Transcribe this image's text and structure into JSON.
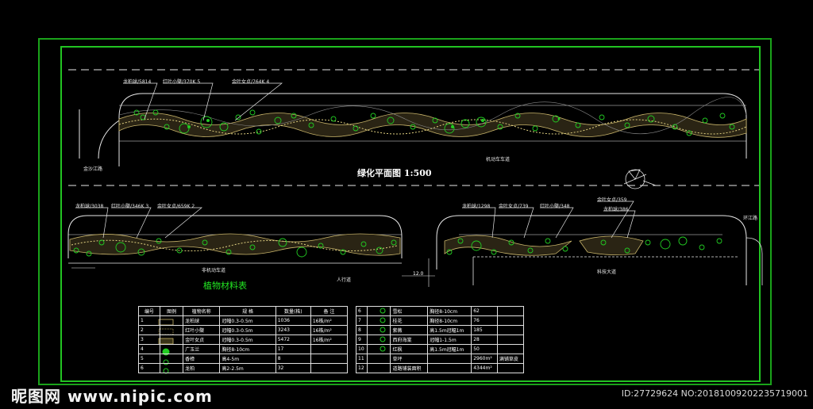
{
  "plan": {
    "title": "绿化平面图  1:500",
    "material_table_title": "植物材料表",
    "road_labels": {
      "top_left": "金沙江路",
      "top_center": "机动车车道",
      "bottom_left": "非机动车道",
      "bottom_right_road": "科技大道",
      "right_road": "环江路",
      "sidewalk": "人行道",
      "dimension": "12.0"
    },
    "callouts_top": [
      "龙柏球/5814",
      "红叶小檗/370K 5",
      "金叶女贞/764K 4"
    ],
    "callouts_bottom_left": [
      "龙柏球/3038",
      "红叶小檗/346K 3",
      "金叶女贞/659K 2"
    ],
    "callouts_bottom_right": [
      "龙柏球/1298",
      "金叶女贞/739",
      "红叶小檗/348",
      "金叶女贞/359",
      "龙柏球/386"
    ]
  },
  "legend_left": {
    "headers": [
      "编号",
      "图例",
      "植物名称",
      "规   格",
      "数量(株)",
      "备   注"
    ],
    "rows": [
      [
        "1",
        "",
        "龙柏球",
        "冠幅0.3-0.5m",
        "1036",
        "16株/m²"
      ],
      [
        "2",
        "",
        "红叶小檗",
        "冠幅0.3-0.5m",
        "3243",
        "16株/m²"
      ],
      [
        "3",
        "",
        "金叶女贞",
        "冠幅0.3-0.5m",
        "5472",
        "16株/m²"
      ],
      [
        "4",
        "",
        "广玉兰",
        "胸径8-10cm",
        "17",
        ""
      ],
      [
        "5",
        "",
        "香樟",
        "高4-5m",
        "8",
        ""
      ],
      [
        "6",
        "",
        "龙柏",
        "高2-2.5m",
        "32",
        ""
      ]
    ]
  },
  "legend_right": {
    "rows": [
      [
        "6",
        "",
        "雪松",
        "胸径8-10cm",
        "62",
        ""
      ],
      [
        "7",
        "",
        "桂花",
        "胸径8-10cm",
        "76",
        ""
      ],
      [
        "8",
        "",
        "紫薇",
        "高1.5m冠幅1m",
        "185",
        ""
      ],
      [
        "9",
        "",
        "西府海棠",
        "冠幅1-1.5m",
        "28",
        ""
      ],
      [
        "10",
        "",
        "红枫",
        "高1.5m冠幅1m",
        "50",
        ""
      ],
      [
        "11",
        "",
        "草坪",
        "",
        "2960m²",
        "满铺草皮"
      ],
      [
        "12",
        "",
        "道路铺装面积",
        "",
        "4344m²",
        ""
      ]
    ]
  },
  "watermark": {
    "left": "昵图网 www.nipic.com",
    "right": "ID:27729624 NO:20181009202235719001"
  },
  "colors": {
    "frame": "#22c422",
    "shrub": "#22cc22",
    "hatch_yellow": "#c8b46a",
    "line": "#e8e8e8"
  }
}
